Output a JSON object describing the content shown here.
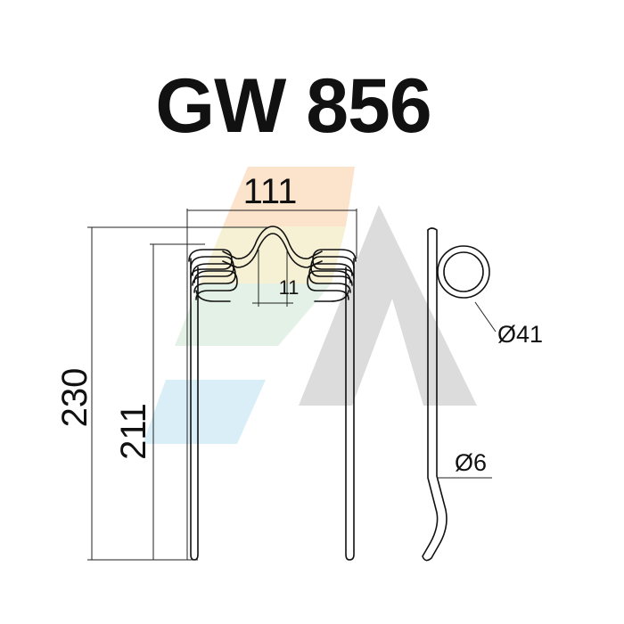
{
  "title": "GW 856",
  "dimensions": {
    "width": "111",
    "height_total": "230",
    "height_tine": "211",
    "coil_gap": "11",
    "coil_diameter": "Ø41",
    "wire_diameter": "Ø6"
  },
  "colors": {
    "ink": "#111111",
    "watermark_gray": "#dcdcdc",
    "watermark_orange": "#fbe3cc",
    "watermark_yellow": "#f6f1d4",
    "watermark_green": "#e3f1e6",
    "watermark_blue": "#d9eef7"
  },
  "watermark": {
    "icon": "brand-logo-a-icon"
  }
}
